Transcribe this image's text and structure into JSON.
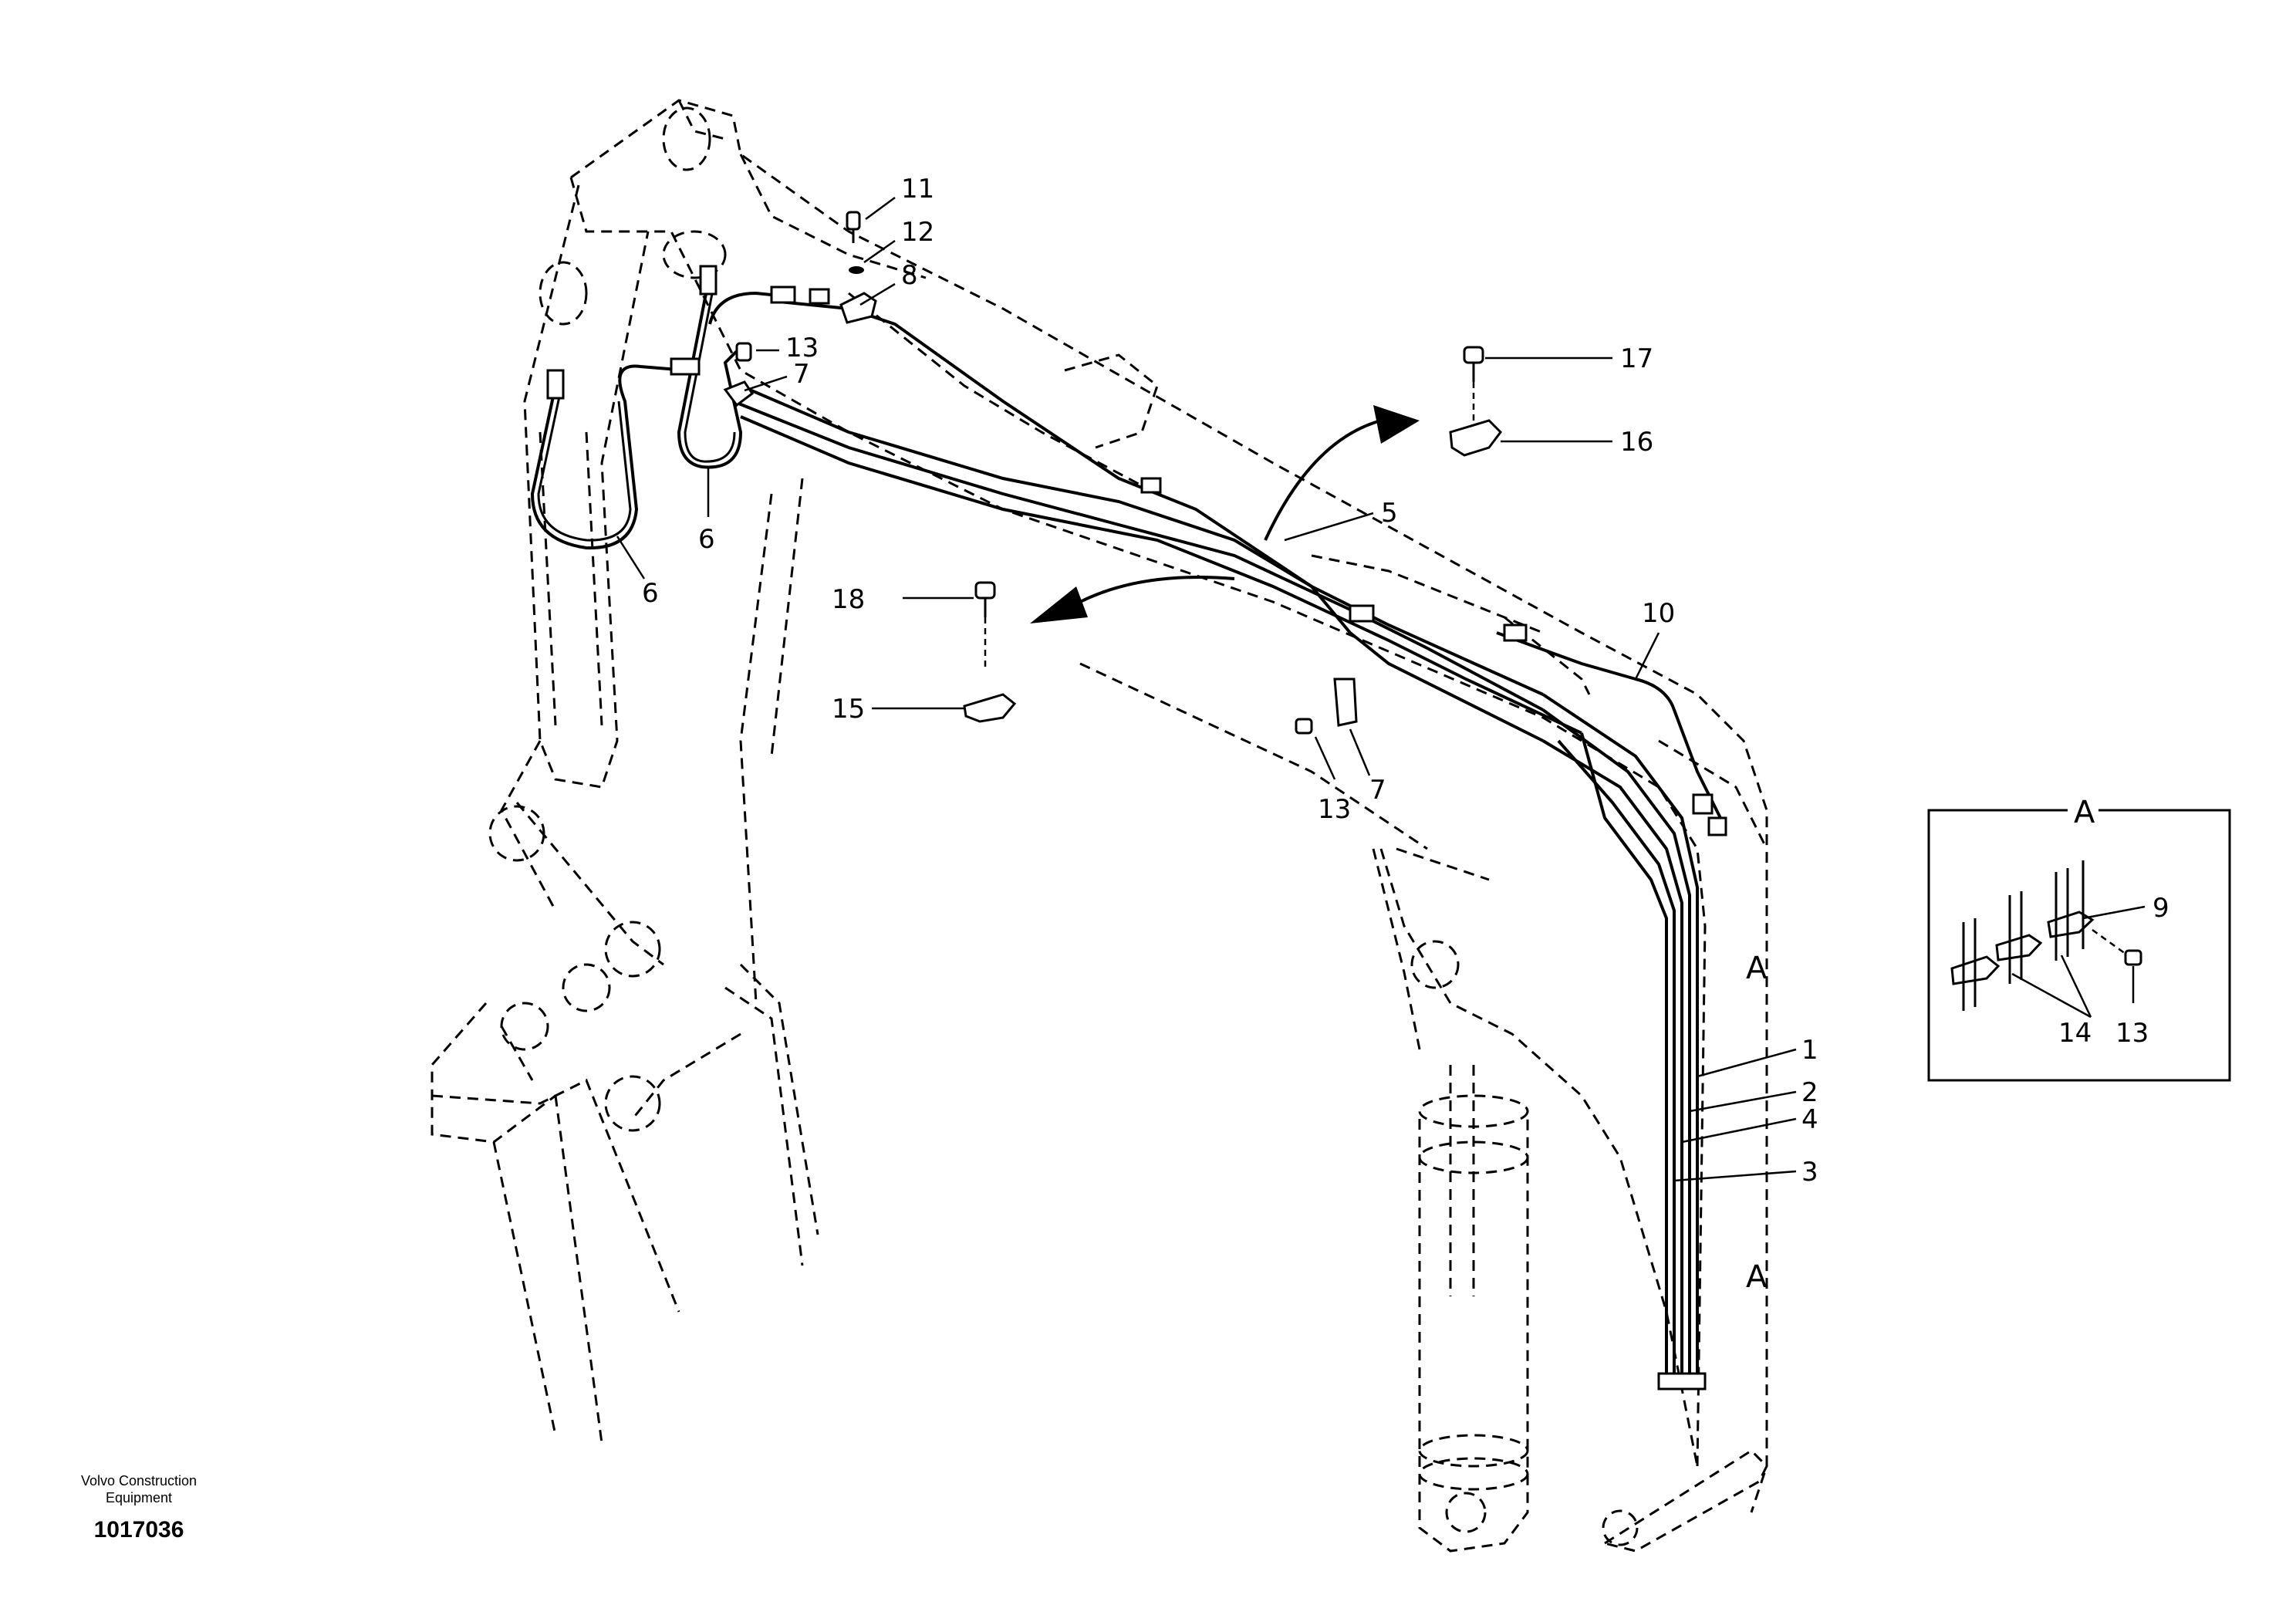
{
  "footer": {
    "company_line1": "Volvo Construction",
    "company_line2": "Equipment",
    "drawing_number": "1017036"
  },
  "callouts": {
    "c1": "1",
    "c2": "2",
    "c3": "3",
    "c4": "4",
    "c5": "5",
    "c6a": "6",
    "c6b": "6",
    "c7a": "7",
    "c7b": "7",
    "c8": "8",
    "c9": "9",
    "c10": "10",
    "c11": "11",
    "c12": "12",
    "c13a": "13",
    "c13b": "13",
    "c13c": "13",
    "c14": "14",
    "c15": "15",
    "c16": "16",
    "c17": "17",
    "c18": "18"
  },
  "section_marks": {
    "a1": "A",
    "a2": "A",
    "detail_title": "A"
  }
}
